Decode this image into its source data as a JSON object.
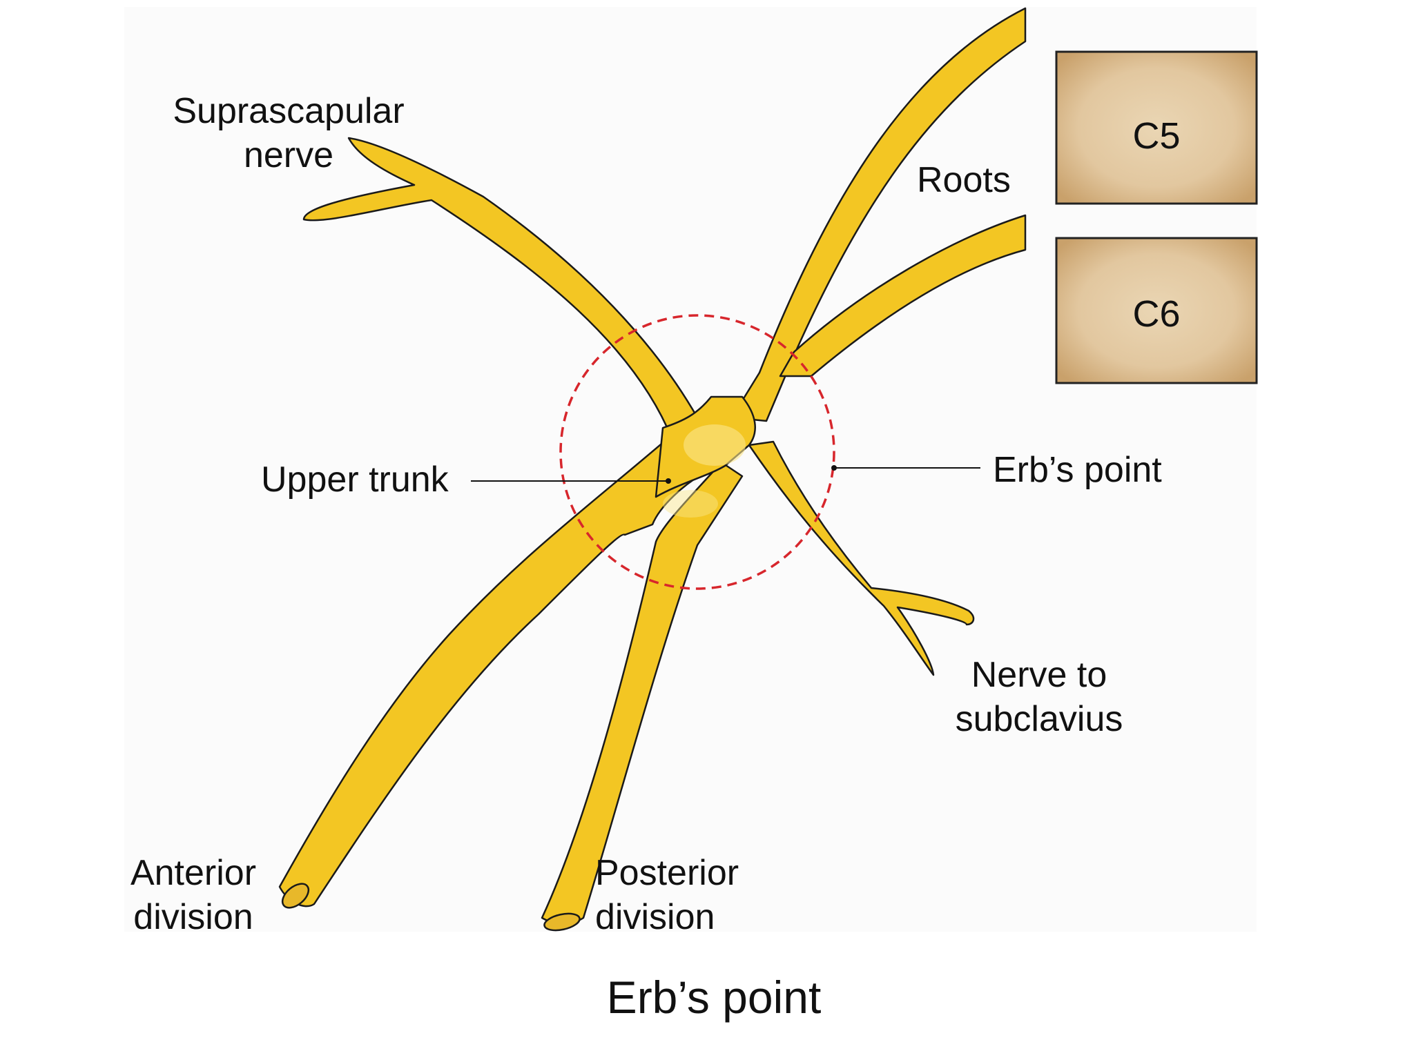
{
  "diagram": {
    "caption": "Erb’s point",
    "labels": {
      "suprascapular_line1": "Suprascapular",
      "suprascapular_line2": "nerve",
      "roots": "Roots",
      "c5": "C5",
      "c6": "C6",
      "upper_trunk": "Upper trunk",
      "erbs_point": "Erb’s point",
      "nerve_to_subclavius_line1": "Nerve to",
      "nerve_to_subclavius_line2": "subclavius",
      "anterior_division_line1": "Anterior",
      "anterior_division_line2": "division",
      "posterior_division_line1": "Posterior",
      "posterior_division_line2": "division"
    },
    "colors": {
      "nerve_fill": "#f3c623",
      "nerve_highlight": "#fbe68a",
      "nerve_outline": "#1a1a1a",
      "vertebra_fill": "#e2c79f",
      "vertebra_edge": "#c9a36e",
      "erbs_circle": "#d7262c",
      "background": "#fbfbfb"
    }
  }
}
